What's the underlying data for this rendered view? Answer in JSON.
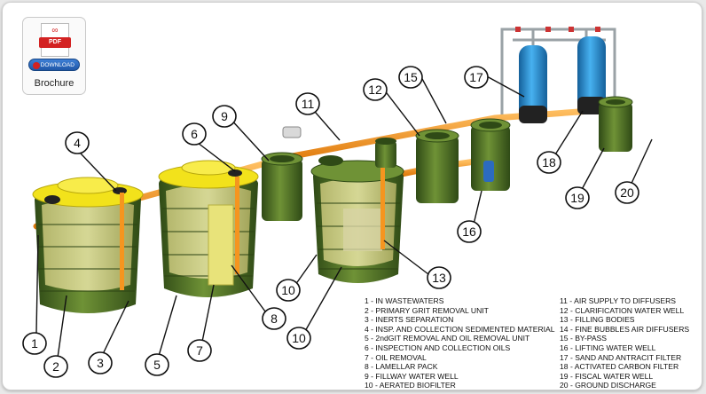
{
  "brochure": {
    "pdf_text": "PDF",
    "download_label": "DOWNLOAD",
    "label": "Brochure"
  },
  "callouts": [
    "1",
    "2",
    "3",
    "4",
    "5",
    "6",
    "7",
    "8",
    "9",
    "10",
    "10",
    "11",
    "12",
    "13",
    "15",
    "16",
    "17",
    "18",
    "19",
    "20"
  ],
  "legend_left": [
    "1 - IN WASTEWATERS",
    "2 - PRIMARY GRIT REMOVAL UNIT",
    "3 - INERTS SEPARATION",
    "4 - INSP. AND COLLECTION SEDIMENTED MATERIAL",
    "5 - 2ndGIT REMOVAL AND OIL REMOVAL UNIT",
    "6 - INSPECTION AND COLLECTION OILS",
    "7 - OIL REMOVAL",
    "8 - LAMELLAR PACK",
    "9 - FILLWAY WATER WELL",
    "10 - AERATED BIOFILTER"
  ],
  "legend_right": [
    "11 - AIR SUPPLY TO DIFFUSERS",
    "12 - CLARIFICATION WATER WELL",
    "13 - FILLING BODIES",
    "14 - FINE BUBBLES AIR DIFFUSERS",
    "15 - BY-PASS",
    "16 - LIFTING WATER WELL",
    "17 - SAND AND ANTRACIT FILTER",
    "18 - ACTIVATED CARBON FILTER",
    "19 - FISCAL WATER WELL",
    "20 - GROUND DISCHARGE"
  ],
  "colors": {
    "tank_green": "#5d7f2e",
    "tank_dark": "#33501a",
    "lid_yellow": "#f2e21b",
    "pipe_orange": "#f5951f",
    "filter_blue": "#2c8fd6"
  }
}
